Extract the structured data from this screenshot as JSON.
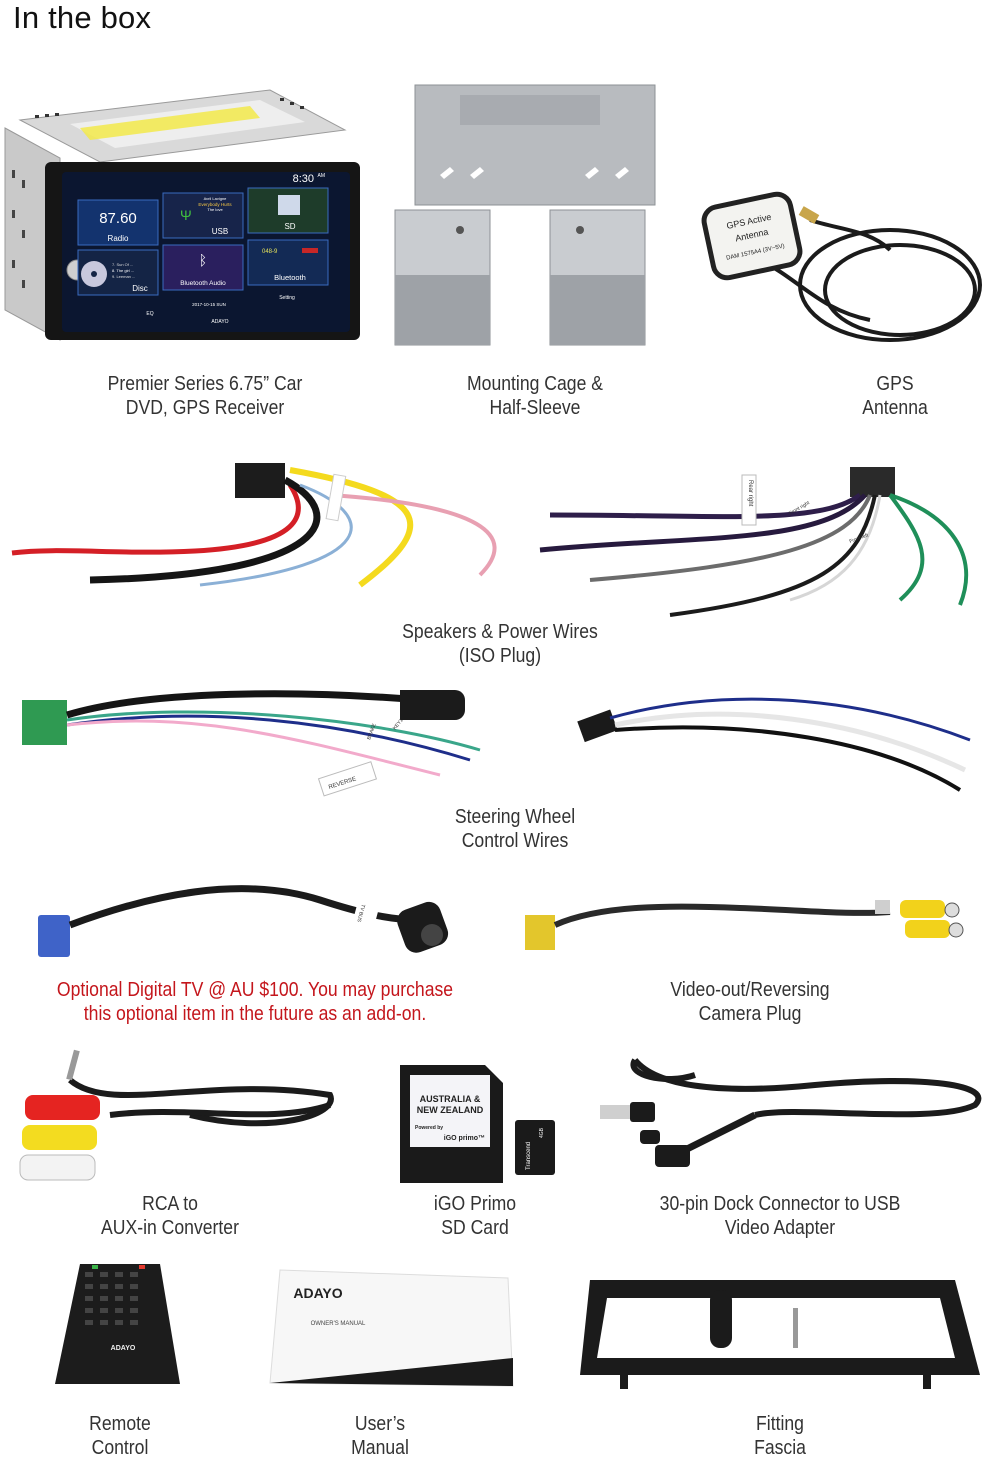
{
  "page": {
    "title": "In the box"
  },
  "items": {
    "head_unit": {
      "caption_line1": "Premier Series 6.75”  Car",
      "caption_line2": "DVD, GPS Receiver",
      "screen": {
        "time": "8:30",
        "time_suffix": "AM",
        "radio_freq": "87.60",
        "tile_radio": "Radio",
        "tile_usb": "USB",
        "tile_sd": "SD",
        "tile_disc": "Disc",
        "tile_bt_audio": "Bluetooth Audio",
        "tile_bluetooth": "Bluetooth",
        "usb_artist": "Avril Lavigne",
        "usb_song": "Everybody Hurts",
        "usb_album": "The love",
        "disc_track1": "7. Sun Of ...",
        "disc_track2": "8. The girl ...",
        "disc_track3": "9. Leeman ...",
        "phone_number": "048-9",
        "date": "2017-10-15  SUN",
        "eq_label": "EQ",
        "setting_label": "Setting",
        "brand": "ADAYO"
      }
    },
    "cage": {
      "caption_line1": "Mounting Cage &",
      "caption_line2": "Half-Sleeve"
    },
    "gps": {
      "caption_line1": "GPS",
      "caption_line2": "Antenna",
      "module_line1": "GPS Active",
      "module_line2": "Antenna",
      "module_line3": "DAM 1575A4 (3V~5V)"
    },
    "iso_wires": {
      "caption_line1": "Speakers & Power Wires",
      "caption_line2": "(ISO Plug)",
      "tag_rear_right": "Rear right",
      "tag_front_right": "Front right",
      "tag_front_left": "Front left"
    },
    "steering": {
      "caption_line1": "Steering Wheel",
      "caption_line2": "Control Wires",
      "tag_reverse": "REVERSE",
      "tag_brake": "BRAKE",
      "tag_key": "KEY1"
    },
    "digital_tv": {
      "caption_line1": "Optional Digital TV @ AU $100. You may purchase",
      "caption_line2": "this optional item in the future as an add-on.",
      "tag": "TV BUS",
      "caption_color": "#c4161c"
    },
    "video_out": {
      "caption_line1": "Video-out/Reversing",
      "caption_line2": "Camera Plug"
    },
    "rca": {
      "caption_line1": "RCA to",
      "caption_line2": "AUX-in Converter"
    },
    "sd_card": {
      "caption_line1": "iGO Primo",
      "caption_line2": "SD Card",
      "card_line1": "AUSTRALIA &",
      "card_line2": "NEW ZEALAND",
      "card_powered": "Powered by",
      "card_brand": "iGO primo™",
      "micro_brand": "Transcend",
      "micro_cap": "4GB"
    },
    "dock": {
      "caption_line1": "30-pin Dock Connector to USB",
      "caption_line2": "Video Adapter"
    },
    "remote": {
      "caption_line1": "Remote",
      "caption_line2": "Control",
      "brand": "ADAYO"
    },
    "manual": {
      "caption_line1": "User’s",
      "caption_line2": "Manual",
      "brand": "ADAYO",
      "title": "OWNER'S MANUAL"
    },
    "fascia": {
      "caption_line1": "Fitting",
      "caption_line2": "Fascia"
    }
  }
}
